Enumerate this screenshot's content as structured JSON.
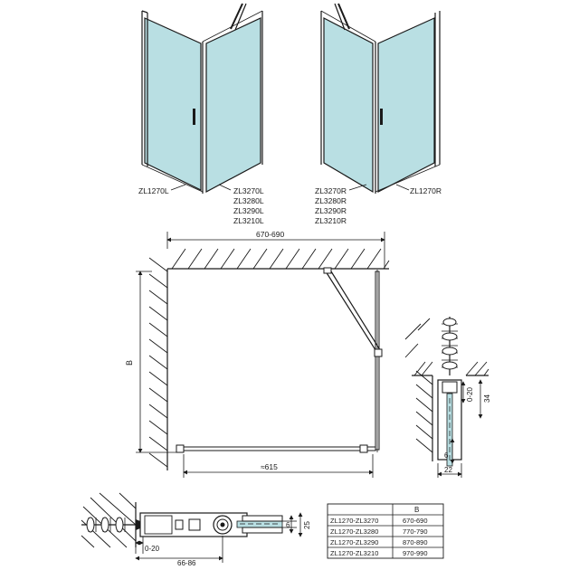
{
  "models": {
    "left_unit": {
      "door": "ZL1270L",
      "side_panels": [
        "ZL3270L",
        "ZL3280L",
        "ZL3290L",
        "ZL3210L"
      ]
    },
    "right_unit": {
      "side_panels": [
        "ZL3270R",
        "ZL3280R",
        "ZL3290R",
        "ZL3210R"
      ],
      "door": "ZL1270R"
    }
  },
  "plan": {
    "width_dim": "670-690",
    "depth_dim": "B",
    "door_dim": "≈615"
  },
  "profile_detail": {
    "dim_0_20": "0-20",
    "dim_34": "34",
    "dim_6": "6",
    "dim_22": "22"
  },
  "hinge_detail": {
    "dim_6": "6",
    "dim_25": "25",
    "dim_0_20": "0-20",
    "dim_66_86": "66-86"
  },
  "size_table": {
    "header": [
      "",
      "B"
    ],
    "rows": [
      [
        "ZL1270-ZL3270",
        "670-690"
      ],
      [
        "ZL1270-ZL3280",
        "770-790"
      ],
      [
        "ZL1270-ZL3290",
        "870-890"
      ],
      [
        "ZL1270-ZL3210",
        "970-990"
      ]
    ]
  }
}
